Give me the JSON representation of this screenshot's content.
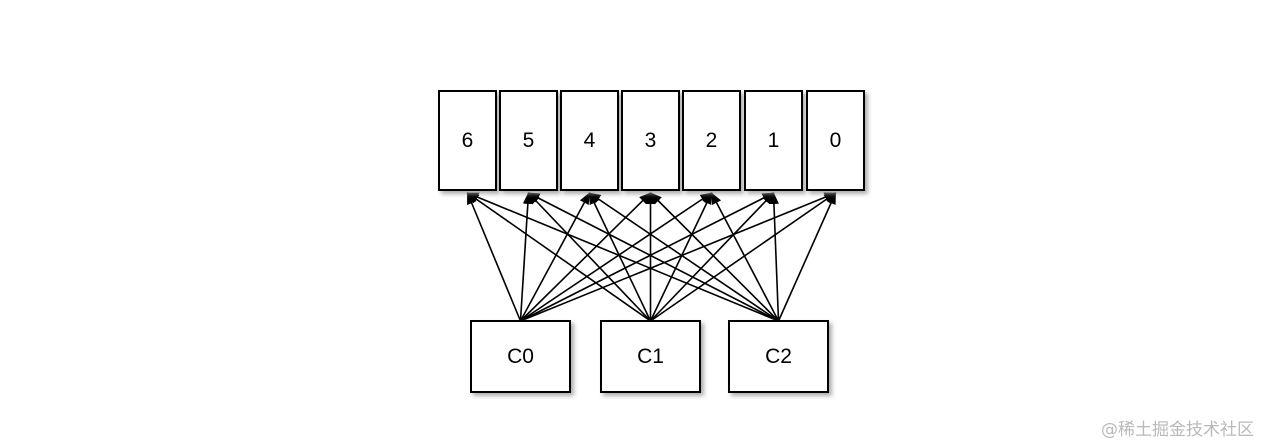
{
  "partitions": [
    "6",
    "5",
    "4",
    "3",
    "2",
    "1",
    "0"
  ],
  "consumers": [
    "C0",
    "C1",
    "C2"
  ],
  "edges": "all-to-all",
  "watermark": "@稀土掘金技术社区",
  "colors": {
    "stroke": "#000000",
    "fill": "#ffffff",
    "shadow": "#9a9a9a",
    "watermark": "#b9b9b9"
  }
}
